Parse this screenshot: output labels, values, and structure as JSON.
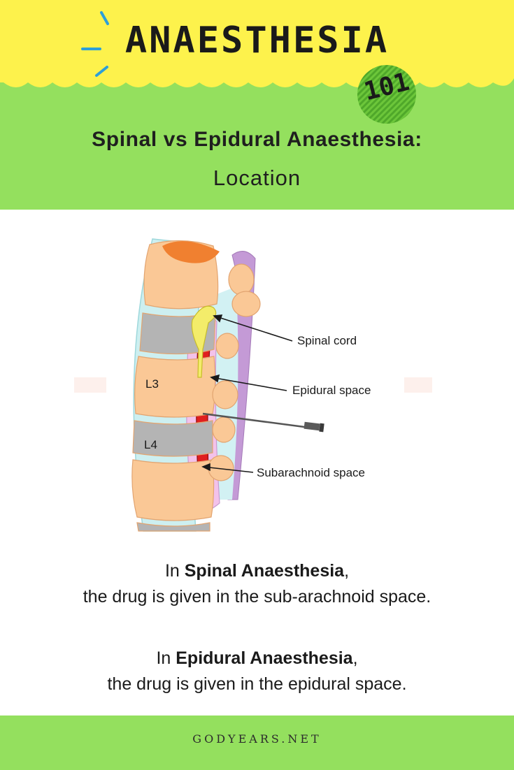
{
  "header": {
    "brand_title": "ANAESTHESIA",
    "badge": "101",
    "subtitle_line1": "Spinal vs Epidural Anaesthesia:",
    "subtitle_line2": "Location"
  },
  "diagram": {
    "labels": {
      "spinal_cord": "Spinal cord",
      "epidural_space": "Epidural space",
      "subarachnoid_space": "Subarachnoid space"
    },
    "vertebrae": {
      "l3": "L3",
      "l4": "L4"
    }
  },
  "body": {
    "spinal": {
      "prefix": "In ",
      "bold": "Spinal Anaesthesia",
      "suffix": ",",
      "line2": "the drug is given in the sub-arachnoid space."
    },
    "epidural": {
      "prefix": "In ",
      "bold": "Epidural Anaesthesia",
      "suffix": ",",
      "line2": "the drug is given in the epidural space."
    }
  },
  "footer": {
    "site": "GODYEARS.NET"
  },
  "colors": {
    "yellow": "#fdf24c",
    "green": "#94e05e",
    "bone": "#fac896",
    "disc": "#b4b4b4",
    "cord": "#e01f1f",
    "ligament": "#c49ad6",
    "orange": "#f08030"
  }
}
